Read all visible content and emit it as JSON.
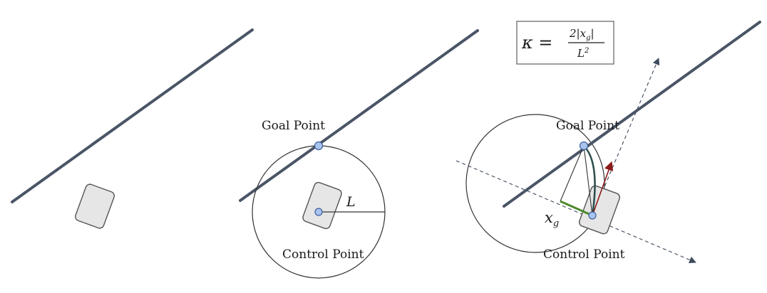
{
  "panel2": {
    "goal_label": "Goal Point",
    "control_label": "Control Point",
    "lookahead_symbol": "L"
  },
  "panel3": {
    "goal_label": "Goal Point",
    "control_label": "Control Point",
    "offset_symbol": "x",
    "offset_subscript": "g"
  },
  "formula": {
    "lhs": "κ =",
    "numerator": "2|x",
    "numerator_sub": "g",
    "numerator_end": "|",
    "denominator": "L",
    "denominator_exp": "2"
  },
  "colors": {
    "path_line": "#4a5566",
    "vehicle_fill": "#e6e6e6",
    "vehicle_stroke": "#555555",
    "point_fill": "#a9c4ef",
    "point_stroke": "#3d5f9e",
    "circle_stroke": "#333333",
    "offset_segment": "#4d8a2e",
    "heading_arrow": "#8b1a1a",
    "arc": "#2f4f4f",
    "dashed": "#3d4a5c"
  }
}
